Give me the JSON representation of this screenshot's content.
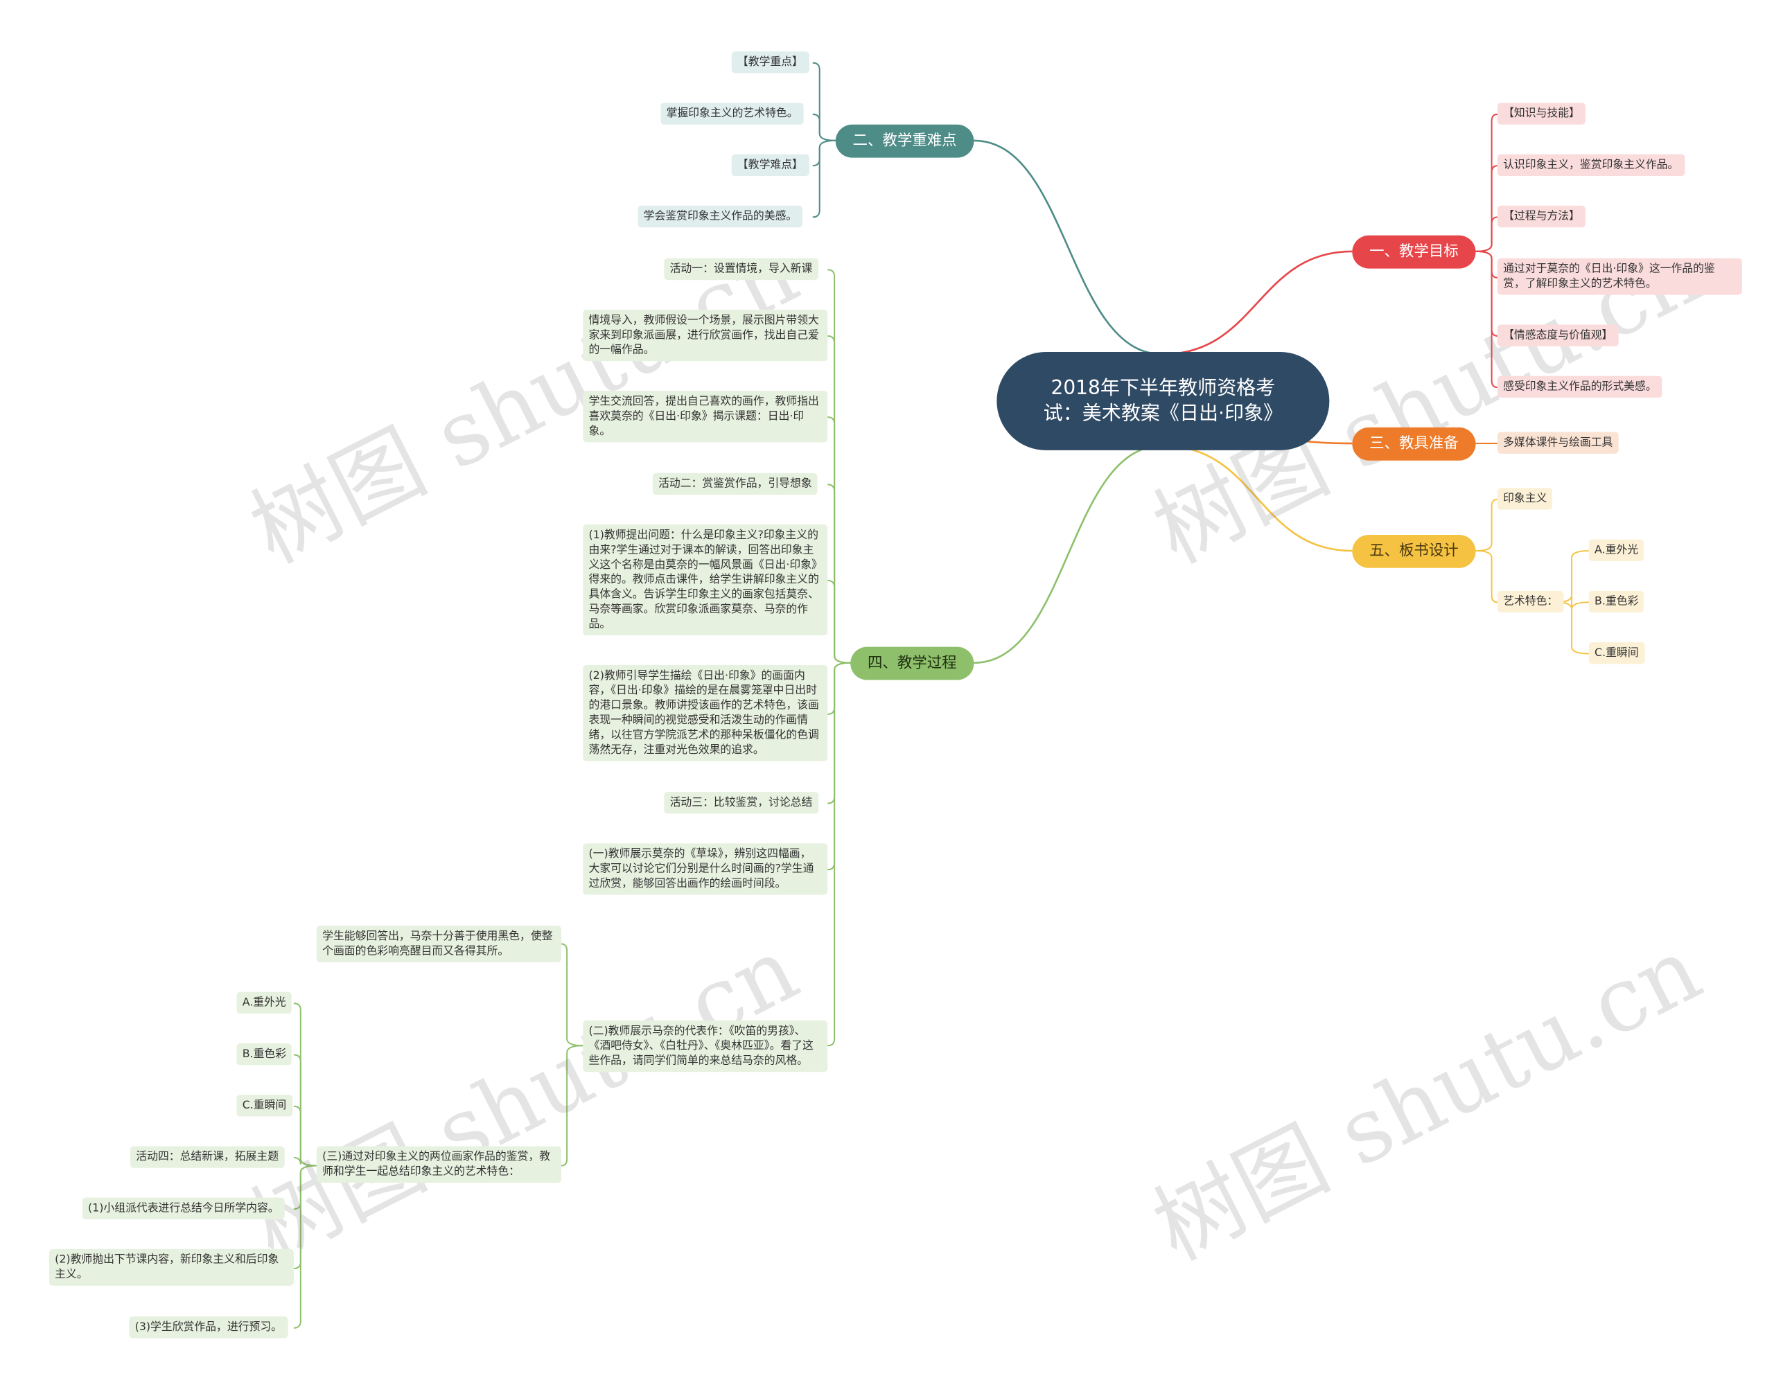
{
  "root": {
    "title": "2018年下半年教师资格考试：美术教案《日出·印象》"
  },
  "watermark": "树图 shutu.cn",
  "colors": {
    "root": "#2f4a64",
    "teal": "#4e8c88",
    "red": "#e6464a",
    "orange": "#ee7b2a",
    "yellow": "#f5c242",
    "green": "#8ec06c"
  },
  "branches": {
    "b1": {
      "label": "一、教学目标",
      "items": [
        "【知识与技能】",
        "认识印象主义，鉴赏印象主义作品。",
        "【过程与方法】",
        "通过对于莫奈的《日出·印象》这一作品的鉴赏，了解印象主义的艺术特色。",
        "【情感态度与价值观】",
        "感受印象主义作品的形式美感。"
      ]
    },
    "b2": {
      "label": "二、教学重难点",
      "items": [
        "【教学重点】",
        "掌握印象主义的艺术特色。",
        "【教学难点】",
        "学会鉴赏印象主义作品的美感。"
      ]
    },
    "b3": {
      "label": "三、教具准备",
      "items": [
        "多媒体课件与绘画工具"
      ]
    },
    "b4": {
      "label": "四、教学过程",
      "items": [
        "活动一：设置情境，导入新课",
        "情境导入，教师假设一个场景，展示图片带领大家来到印象派画展，进行欣赏画作，找出自己爱的一幅作品。",
        "学生交流回答，提出自己喜欢的画作，教师指出喜欢莫奈的《日出·印象》揭示课题：日出·印象。",
        "活动二：赏鉴赏作品，引导想象",
        "(1)教师提出问题：什么是印象主义?印象主义的由来?学生通过对于课本的解读，回答出印象主义这个名称是由莫奈的一幅风景画《日出·印象》得来的。教师点击课件，给学生讲解印象主义的具体含义。告诉学生印象主义的画家包括莫奈、马奈等画家。欣赏印象派画家莫奈、马奈的作品。",
        "(2)教师引导学生描绘《日出·印象》的画面内容，《日出·印象》描绘的是在晨雾笼罩中日出时的港口景象。教师讲授该画作的艺术特色，该画表现一种瞬间的视觉感受和活泼生动的作画情绪，以往官方学院派艺术的那种呆板僵化的色调荡然无存，注重对光色效果的追求。",
        "活动三：比较鉴赏，讨论总结",
        "(一)教师展示莫奈的《草垛》，辨别这四幅画，大家可以讨论它们分别是什么时间画的?学生通过欣赏，能够回答出画作的绘画时间段。",
        "(二)教师展示马奈的代表作：《吹笛的男孩》、《酒吧侍女》、《白牡丹》、《奥林匹亚》。看了这些作品，请同学们简单的来总结马奈的风格。"
      ],
      "sub": {
        "a": "学生能够回答出，马奈十分善于使用黑色，使整个画面的色彩响亮醒目而又各得其所。",
        "b": "(三)通过对印象主义的两位画家作品的鉴赏，教师和学生一起总结印象主义的艺术特色：",
        "leaves": [
          "A.重外光",
          "B.重色彩",
          "C.重瞬间",
          "活动四：总结新课，拓展主题",
          "(1)小组派代表进行总结今日所学内容。",
          "(2)教师抛出下节课内容，新印象主义和后印象主义。",
          "(3)学生欣赏作品，进行预习。"
        ]
      }
    },
    "b5": {
      "label": "五、板书设计",
      "items": [
        "印象主义",
        "艺术特色："
      ],
      "sub": [
        "A.重外光",
        "B.重色彩",
        "C.重瞬间"
      ]
    }
  }
}
